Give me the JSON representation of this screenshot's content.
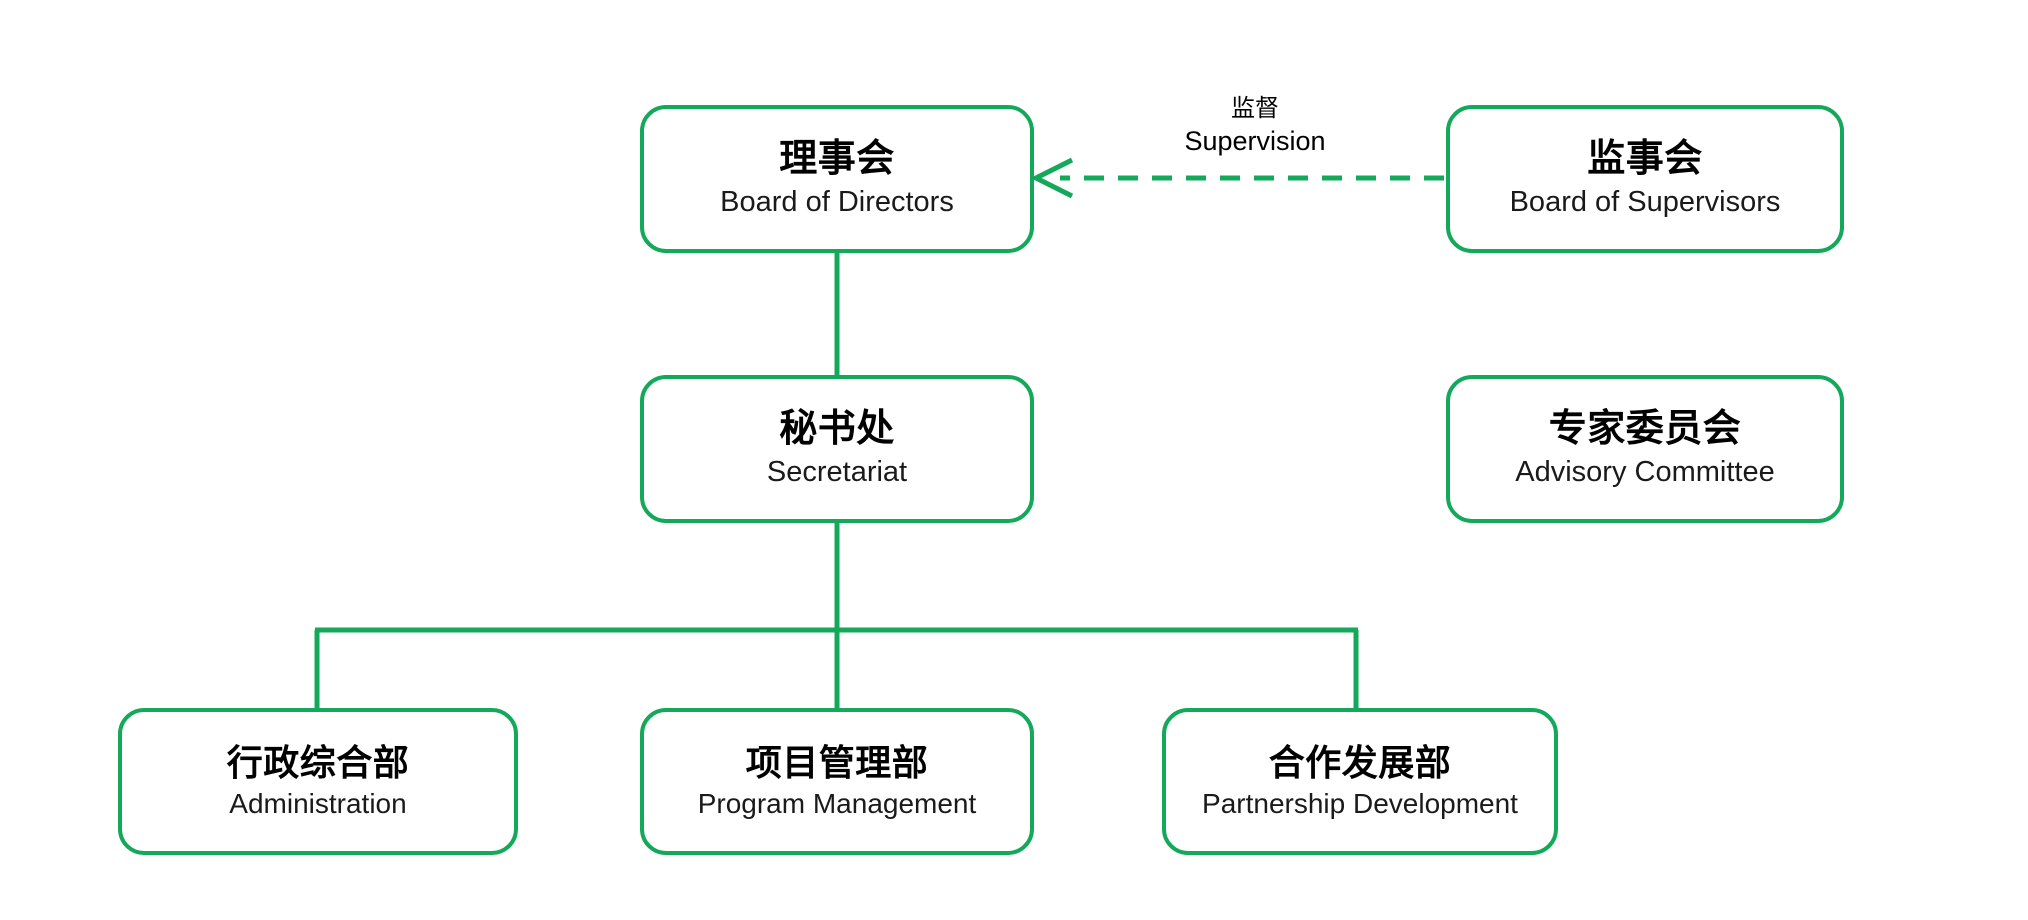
{
  "diagram": {
    "type": "organizational-chart",
    "accent_color": "#14A85A",
    "background_color": "#FFFFFF",
    "text_color": "#000000",
    "nodes": [
      {
        "id": "board-of-directors",
        "zh": "理事会",
        "en": "Board of Directors",
        "level": 1
      },
      {
        "id": "board-of-supervisors",
        "zh": "监事会",
        "en": "Board of Supervisors",
        "level": 1
      },
      {
        "id": "secretariat",
        "zh": "秘书处",
        "en": "Secretariat",
        "level": 2
      },
      {
        "id": "advisory-committee",
        "zh": "专家委员会",
        "en": "Advisory Committee",
        "level": 2
      },
      {
        "id": "administration",
        "zh": "行政综合部",
        "en": "Administration",
        "level": 3
      },
      {
        "id": "program-management",
        "zh": "项目管理部",
        "en": "Program Management",
        "level": 3
      },
      {
        "id": "partnership-development",
        "zh": "合作发展部",
        "en": "Partnership Development",
        "level": 3
      }
    ],
    "edges": [
      {
        "id": "supervision",
        "from": "board-of-supervisors",
        "to": "board-of-directors",
        "style": "dashed",
        "arrow": "open-v",
        "label_zh": "监督",
        "label_en": "Supervision"
      },
      {
        "id": "directors-to-secretariat",
        "from": "board-of-directors",
        "to": "secretariat",
        "style": "solid",
        "arrow": "none"
      },
      {
        "id": "secretariat-to-administration",
        "from": "secretariat",
        "to": "administration",
        "style": "solid",
        "arrow": "none"
      },
      {
        "id": "secretariat-to-program-management",
        "from": "secretariat",
        "to": "program-management",
        "style": "solid",
        "arrow": "none"
      },
      {
        "id": "secretariat-to-partnership-development",
        "from": "secretariat",
        "to": "partnership-development",
        "style": "solid",
        "arrow": "none"
      }
    ]
  }
}
